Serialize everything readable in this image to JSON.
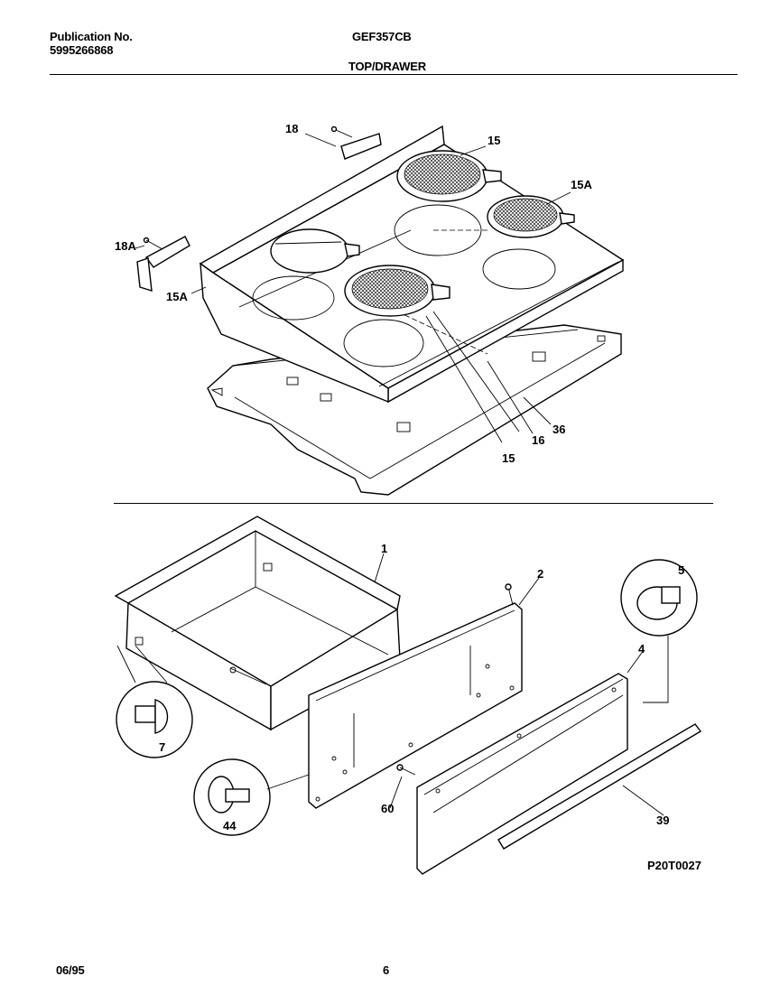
{
  "header": {
    "publication_label": "Publication No.",
    "publication_number": "5995266868",
    "model": "GEF357CB",
    "section_title": "TOP/DRAWER"
  },
  "callouts": {
    "c18": "18",
    "c15_top": "15",
    "c15a_right": "15A",
    "c18a": "18A",
    "c15a_left": "15A",
    "c15_bottom": "15",
    "c16": "16",
    "c36": "36",
    "c1": "1",
    "c2": "2",
    "c5": "5",
    "c4": "4",
    "c7": "7",
    "c44": "44",
    "c60": "60",
    "c39": "39"
  },
  "figure_code": "P20T0027",
  "footer": {
    "date": "06/95",
    "page_number": "6"
  }
}
